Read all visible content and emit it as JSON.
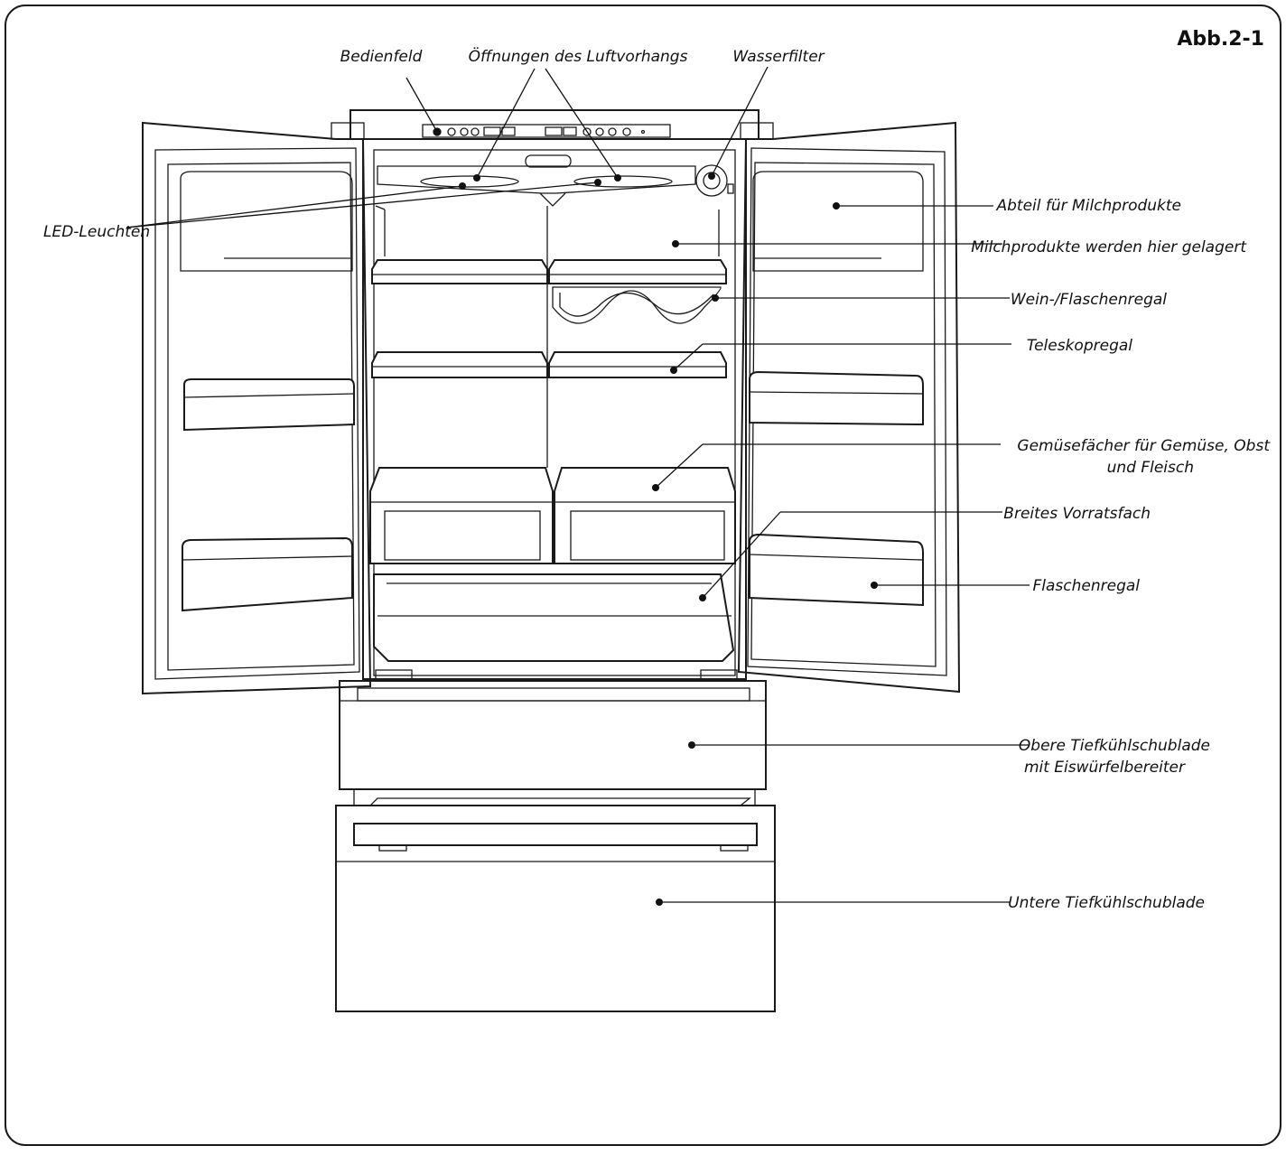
{
  "figure_label": "Abb.2-1",
  "labels": {
    "bedienfeld": "Bedienfeld",
    "luftvorhang": "Öffnungen des Luftvorhangs",
    "wasserfilter": "Wasserfilter",
    "led": "LED-Leuchten",
    "abteil_milch": "Abteil für Milchprodukte",
    "milch_gelagert": "Milchprodukte werden hier gelagert",
    "weinregal": "Wein-/Flaschenregal",
    "teleskop": "Teleskopregal",
    "gemuese_1": "Gemüsefächer für Gemüse, Obst",
    "gemuese_2": "und Fleisch",
    "vorratsfach": "Breites Vorratsfach",
    "flaschenregal": "Flaschenregal",
    "obere_1": "Obere Tiefkühlschublade",
    "obere_2": "mit Eiswürfelbereiter",
    "untere": "Untere Tiefkühlschublade"
  }
}
